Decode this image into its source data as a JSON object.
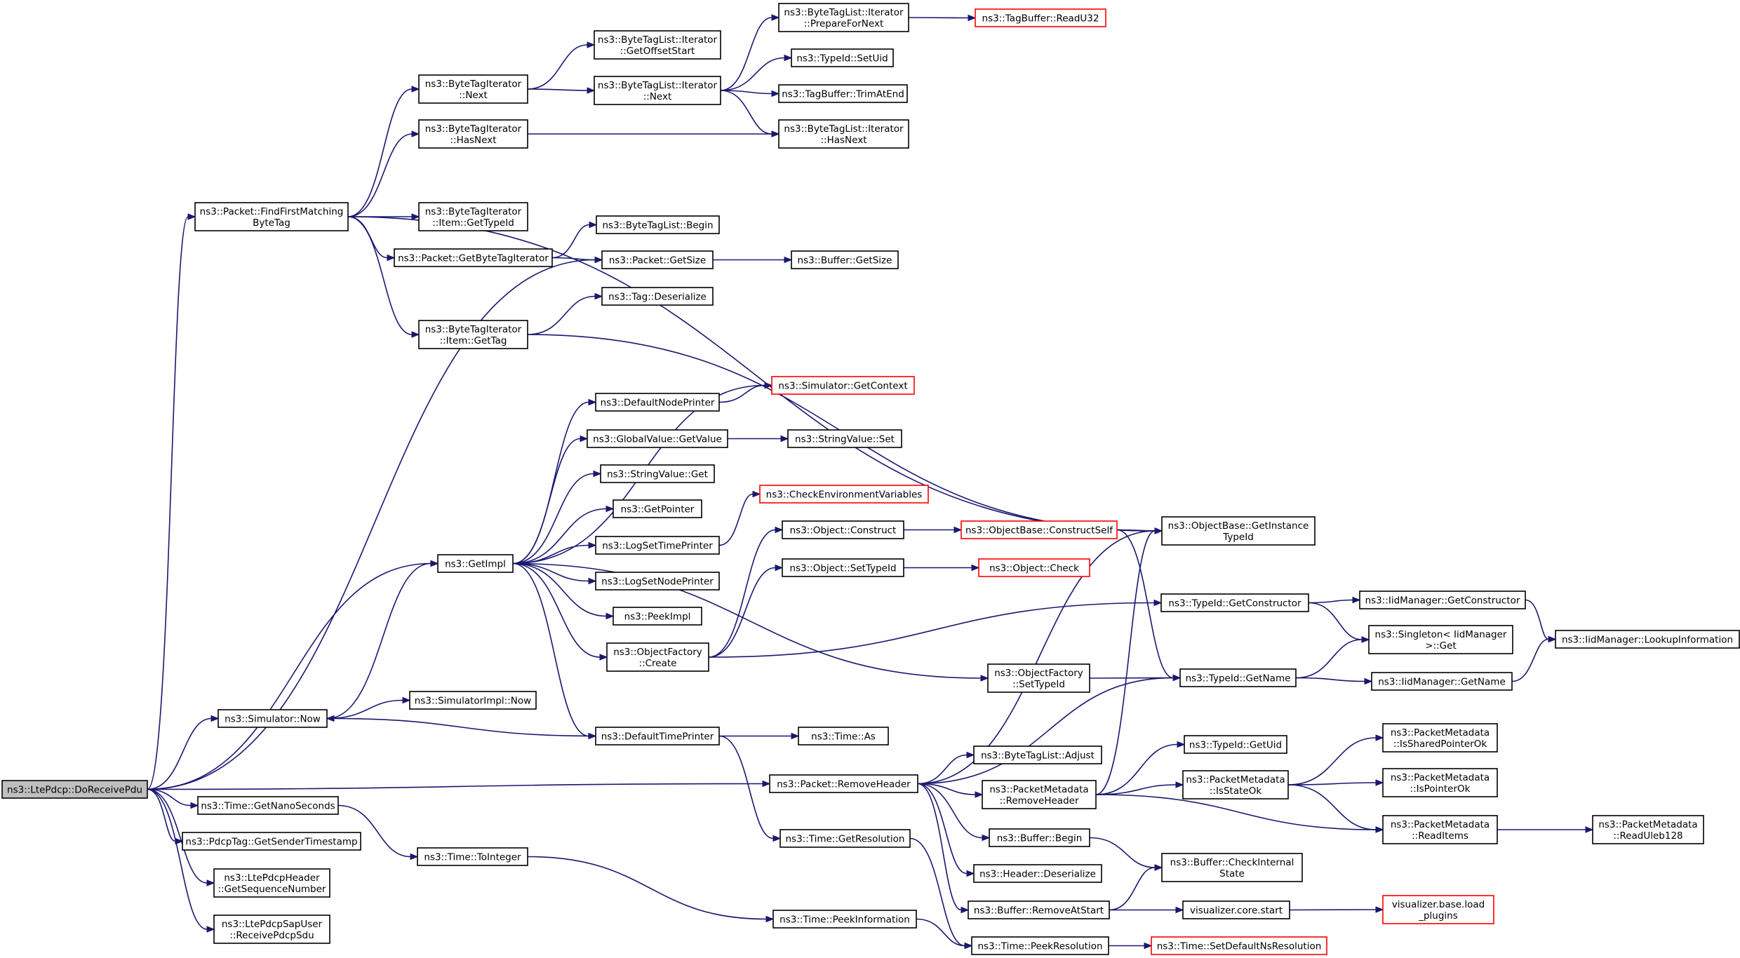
{
  "graph": {
    "edge_color": "#191970",
    "root_fill": "#bfbfbf",
    "truncated_border_color": "#ff0000",
    "nodes": [
      {
        "id": "root",
        "lines": [
          "ns3::LtePdcp::DoReceivePdu"
        ],
        "style": "root"
      },
      {
        "id": "findFirst",
        "lines": [
          "ns3::Packet::FindFirstMatching",
          "ByteTag"
        ]
      },
      {
        "id": "btiNext",
        "lines": [
          "ns3::ByteTagIterator",
          "::Next"
        ]
      },
      {
        "id": "getOffsetStart",
        "lines": [
          "ns3::ByteTagList::Iterator",
          "::GetOffsetStart"
        ]
      },
      {
        "id": "prepareForNext",
        "lines": [
          "ns3::ByteTagList::Iterator",
          "::PrepareForNext"
        ]
      },
      {
        "id": "readU32",
        "lines": [
          "ns3::TagBuffer::ReadU32"
        ],
        "style": "red"
      },
      {
        "id": "btliNext",
        "lines": [
          "ns3::ByteTagList::Iterator",
          "::Next"
        ]
      },
      {
        "id": "setUid",
        "lines": [
          "ns3::TypeId::SetUid"
        ]
      },
      {
        "id": "trimAtEnd",
        "lines": [
          "ns3::TagBuffer::TrimAtEnd"
        ]
      },
      {
        "id": "btiHasNext",
        "lines": [
          "ns3::ByteTagIterator",
          "::HasNext"
        ]
      },
      {
        "id": "btliHasNext",
        "lines": [
          "ns3::ByteTagList::Iterator",
          "::HasNext"
        ]
      },
      {
        "id": "itemGetTypeId",
        "lines": [
          "ns3::ByteTagIterator",
          "::Item::GetTypeId"
        ]
      },
      {
        "id": "getByteTagIterator",
        "lines": [
          "ns3::Packet::GetByteTagIterator"
        ]
      },
      {
        "id": "btlBegin",
        "lines": [
          "ns3::ByteTagList::Begin"
        ]
      },
      {
        "id": "packetGetSize",
        "lines": [
          "ns3::Packet::GetSize"
        ]
      },
      {
        "id": "bufferGetSize",
        "lines": [
          "ns3::Buffer::GetSize"
        ]
      },
      {
        "id": "tagDeserialize",
        "lines": [
          "ns3::Tag::Deserialize"
        ]
      },
      {
        "id": "itemGetTag",
        "lines": [
          "ns3::ByteTagIterator",
          "::Item::GetTag"
        ]
      },
      {
        "id": "defaultNodePrinter",
        "lines": [
          "ns3::DefaultNodePrinter"
        ]
      },
      {
        "id": "getContext",
        "lines": [
          "ns3::Simulator::GetContext"
        ],
        "style": "red"
      },
      {
        "id": "globalGetValue",
        "lines": [
          "ns3::GlobalValue::GetValue"
        ]
      },
      {
        "id": "stringValueSet",
        "lines": [
          "ns3::StringValue::Set"
        ]
      },
      {
        "id": "stringValueGet",
        "lines": [
          "ns3::StringValue::Get"
        ]
      },
      {
        "id": "checkEnv",
        "lines": [
          "ns3::CheckEnvironmentVariables"
        ],
        "style": "red"
      },
      {
        "id": "getPointer",
        "lines": [
          "ns3::GetPointer"
        ]
      },
      {
        "id": "logSetTimePrinter",
        "lines": [
          "ns3::LogSetTimePrinter"
        ]
      },
      {
        "id": "objectConstruct",
        "lines": [
          "ns3::Object::Construct"
        ]
      },
      {
        "id": "constructSelf",
        "lines": [
          "ns3::ObjectBase::ConstructSelf"
        ],
        "style": "red"
      },
      {
        "id": "getInstanceTypeId",
        "lines": [
          "ns3::ObjectBase::GetInstance",
          "TypeId"
        ]
      },
      {
        "id": "getImpl",
        "lines": [
          "ns3::GetImpl"
        ]
      },
      {
        "id": "objectSetTypeId",
        "lines": [
          "ns3::Object::SetTypeId"
        ]
      },
      {
        "id": "objectCheck",
        "lines": [
          "ns3::Object::Check"
        ],
        "style": "red"
      },
      {
        "id": "logSetNodePrinter",
        "lines": [
          "ns3::LogSetNodePrinter"
        ]
      },
      {
        "id": "peekImpl",
        "lines": [
          "ns3::PeekImpl"
        ]
      },
      {
        "id": "typeIdGetConstructor",
        "lines": [
          "ns3::TypeId::GetConstructor"
        ]
      },
      {
        "id": "iidGetConstructor",
        "lines": [
          "ns3::IidManager::GetConstructor"
        ]
      },
      {
        "id": "singletonGet",
        "lines": [
          "ns3::Singleton< IidManager",
          ">::Get"
        ]
      },
      {
        "id": "lookupInformation",
        "lines": [
          "ns3::IidManager::LookupInformation"
        ]
      },
      {
        "id": "objectFactoryCreate",
        "lines": [
          "ns3::ObjectFactory",
          "::Create"
        ]
      },
      {
        "id": "objectFactorySetTypeId",
        "lines": [
          "ns3::ObjectFactory",
          "::SetTypeId"
        ]
      },
      {
        "id": "typeIdGetName",
        "lines": [
          "ns3::TypeId::GetName"
        ]
      },
      {
        "id": "iidGetName",
        "lines": [
          "ns3::IidManager::GetName"
        ]
      },
      {
        "id": "simulatorNow",
        "lines": [
          "ns3::Simulator::Now"
        ]
      },
      {
        "id": "simImplNow",
        "lines": [
          "ns3::SimulatorImpl::Now"
        ]
      },
      {
        "id": "defaultTimePrinter",
        "lines": [
          "ns3::DefaultTimePrinter"
        ]
      },
      {
        "id": "timeAs",
        "lines": [
          "ns3::Time::As"
        ]
      },
      {
        "id": "typeIdGetUid",
        "lines": [
          "ns3::TypeId::GetUid"
        ]
      },
      {
        "id": "isSharedPointerOk",
        "lines": [
          "ns3::PacketMetadata",
          "::IsSharedPointerOk"
        ]
      },
      {
        "id": "btlAdjust",
        "lines": [
          "ns3::ByteTagList::Adjust"
        ]
      },
      {
        "id": "packetRemoveHeader",
        "lines": [
          "ns3::Packet::RemoveHeader"
        ]
      },
      {
        "id": "pmRemoveHeader",
        "lines": [
          "ns3::PacketMetadata",
          "::RemoveHeader"
        ]
      },
      {
        "id": "isStateOk",
        "lines": [
          "ns3::PacketMetadata",
          "::IsStateOk"
        ]
      },
      {
        "id": "isPointerOk",
        "lines": [
          "ns3::PacketMetadata",
          "::IsPointerOk"
        ]
      },
      {
        "id": "getNanoSeconds",
        "lines": [
          "ns3::Time::GetNanoSeconds"
        ]
      },
      {
        "id": "getSenderTimestamp",
        "lines": [
          "ns3::PdcpTag::GetSenderTimestamp"
        ]
      },
      {
        "id": "readItems",
        "lines": [
          "ns3::PacketMetadata",
          "::ReadItems"
        ]
      },
      {
        "id": "readUleb128",
        "lines": [
          "ns3::PacketMetadata",
          "::ReadUleb128"
        ]
      },
      {
        "id": "bufferBegin",
        "lines": [
          "ns3::Buffer::Begin"
        ]
      },
      {
        "id": "getResolution",
        "lines": [
          "ns3::Time::GetResolution"
        ]
      },
      {
        "id": "timeToInteger",
        "lines": [
          "ns3::Time::ToInteger"
        ]
      },
      {
        "id": "getSequenceNumber",
        "lines": [
          "ns3::LtePdcpHeader",
          "::GetSequenceNumber"
        ]
      },
      {
        "id": "headerDeserialize",
        "lines": [
          "ns3::Header::Deserialize"
        ]
      },
      {
        "id": "checkInternalState",
        "lines": [
          "ns3::Buffer::CheckInternal",
          "State"
        ]
      },
      {
        "id": "bufferRemoveAtStart",
        "lines": [
          "ns3::Buffer::RemoveAtStart"
        ]
      },
      {
        "id": "visualizerStart",
        "lines": [
          "visualizer.core.start"
        ]
      },
      {
        "id": "loadPlugins",
        "lines": [
          "visualizer.base.load",
          "_plugins"
        ],
        "style": "red"
      },
      {
        "id": "peekInformation",
        "lines": [
          "ns3::Time::PeekInformation"
        ]
      },
      {
        "id": "receivePdcpSdu",
        "lines": [
          "ns3::LtePdcpSapUser",
          "::ReceivePdcpSdu"
        ]
      },
      {
        "id": "peekResolution",
        "lines": [
          "ns3::Time::PeekResolution"
        ]
      },
      {
        "id": "setDefaultNsResolution",
        "lines": [
          "ns3::Time::SetDefaultNsResolution"
        ],
        "style": "red"
      }
    ],
    "edges": [
      [
        "root",
        "findFirst"
      ],
      [
        "root",
        "packetGetSize"
      ],
      [
        "root",
        "getImpl"
      ],
      [
        "root",
        "simulatorNow"
      ],
      [
        "root",
        "packetRemoveHeader"
      ],
      [
        "root",
        "getNanoSeconds"
      ],
      [
        "root",
        "getSenderTimestamp"
      ],
      [
        "root",
        "getSequenceNumber"
      ],
      [
        "root",
        "receivePdcpSdu"
      ],
      [
        "findFirst",
        "btiNext"
      ],
      [
        "findFirst",
        "btiHasNext"
      ],
      [
        "findFirst",
        "getInstanceTypeId"
      ],
      [
        "findFirst",
        "itemGetTypeId"
      ],
      [
        "findFirst",
        "getByteTagIterator"
      ],
      [
        "findFirst",
        "itemGetTag"
      ],
      [
        "btiNext",
        "getOffsetStart"
      ],
      [
        "btiNext",
        "btliNext"
      ],
      [
        "btliNext",
        "prepareForNext"
      ],
      [
        "btliNext",
        "setUid"
      ],
      [
        "btliNext",
        "trimAtEnd"
      ],
      [
        "btliNext",
        "btliHasNext"
      ],
      [
        "prepareForNext",
        "readU32"
      ],
      [
        "btiHasNext",
        "btliHasNext"
      ],
      [
        "getByteTagIterator",
        "btlBegin"
      ],
      [
        "getByteTagIterator",
        "packetGetSize"
      ],
      [
        "packetGetSize",
        "bufferGetSize"
      ],
      [
        "itemGetTag",
        "tagDeserialize"
      ],
      [
        "itemGetTag",
        "getInstanceTypeId"
      ],
      [
        "getImpl",
        "defaultNodePrinter"
      ],
      [
        "getImpl",
        "getContext"
      ],
      [
        "getImpl",
        "globalGetValue"
      ],
      [
        "getImpl",
        "stringValueGet"
      ],
      [
        "getImpl",
        "getPointer"
      ],
      [
        "getImpl",
        "logSetTimePrinter"
      ],
      [
        "getImpl",
        "logSetNodePrinter"
      ],
      [
        "getImpl",
        "peekImpl"
      ],
      [
        "getImpl",
        "objectFactoryCreate"
      ],
      [
        "getImpl",
        "objectFactorySetTypeId"
      ],
      [
        "getImpl",
        "defaultTimePrinter"
      ],
      [
        "defaultNodePrinter",
        "getContext"
      ],
      [
        "globalGetValue",
        "stringValueSet"
      ],
      [
        "logSetTimePrinter",
        "checkEnv"
      ],
      [
        "objectFactoryCreate",
        "objectConstruct"
      ],
      [
        "objectFactoryCreate",
        "objectSetTypeId"
      ],
      [
        "objectFactoryCreate",
        "typeIdGetConstructor"
      ],
      [
        "objectConstruct",
        "constructSelf"
      ],
      [
        "constructSelf",
        "getInstanceTypeId"
      ],
      [
        "constructSelf",
        "typeIdGetName"
      ],
      [
        "objectSetTypeId",
        "objectCheck"
      ],
      [
        "typeIdGetConstructor",
        "iidGetConstructor"
      ],
      [
        "typeIdGetConstructor",
        "singletonGet"
      ],
      [
        "iidGetConstructor",
        "lookupInformation"
      ],
      [
        "objectFactorySetTypeId",
        "typeIdGetName"
      ],
      [
        "typeIdGetName",
        "singletonGet"
      ],
      [
        "typeIdGetName",
        "iidGetName"
      ],
      [
        "iidGetName",
        "lookupInformation"
      ],
      [
        "simulatorNow",
        "getImpl"
      ],
      [
        "simulatorNow",
        "simImplNow"
      ],
      [
        "defaultTimePrinter",
        "simulatorNow"
      ],
      [
        "defaultTimePrinter",
        "timeAs"
      ],
      [
        "defaultTimePrinter",
        "getResolution"
      ],
      [
        "packetRemoveHeader",
        "getInstanceTypeId"
      ],
      [
        "packetRemoveHeader",
        "typeIdGetName"
      ],
      [
        "packetRemoveHeader",
        "btlAdjust"
      ],
      [
        "packetRemoveHeader",
        "pmRemoveHeader"
      ],
      [
        "packetRemoveHeader",
        "bufferBegin"
      ],
      [
        "packetRemoveHeader",
        "headerDeserialize"
      ],
      [
        "packetRemoveHeader",
        "bufferRemoveAtStart"
      ],
      [
        "pmRemoveHeader",
        "getInstanceTypeId"
      ],
      [
        "pmRemoveHeader",
        "typeIdGetUid"
      ],
      [
        "pmRemoveHeader",
        "isStateOk"
      ],
      [
        "pmRemoveHeader",
        "readItems"
      ],
      [
        "isStateOk",
        "isSharedPointerOk"
      ],
      [
        "isStateOk",
        "isPointerOk"
      ],
      [
        "isStateOk",
        "readItems"
      ],
      [
        "readItems",
        "readUleb128"
      ],
      [
        "bufferBegin",
        "checkInternalState"
      ],
      [
        "bufferRemoveAtStart",
        "checkInternalState"
      ],
      [
        "bufferRemoveAtStart",
        "visualizerStart"
      ],
      [
        "visualizerStart",
        "loadPlugins"
      ],
      [
        "getNanoSeconds",
        "timeToInteger"
      ],
      [
        "timeToInteger",
        "peekInformation"
      ],
      [
        "getResolution",
        "peekResolution"
      ],
      [
        "peekInformation",
        "peekResolution"
      ],
      [
        "peekResolution",
        "setDefaultNsResolution"
      ]
    ]
  }
}
